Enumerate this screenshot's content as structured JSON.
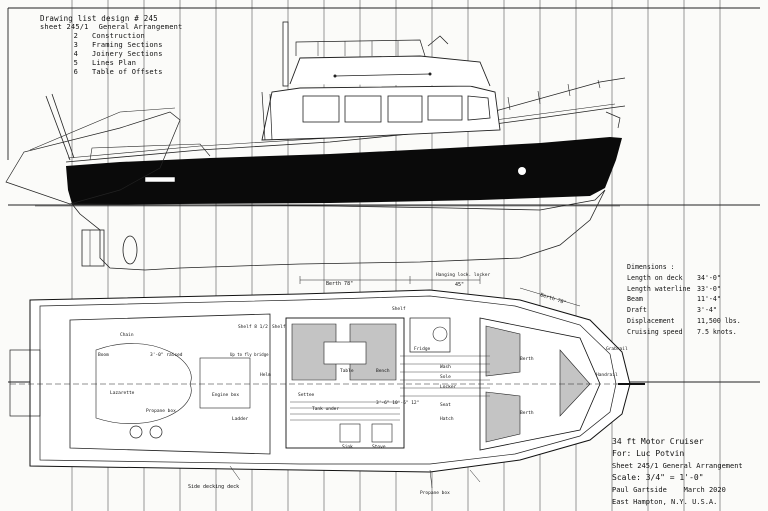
{
  "drawing_list": {
    "title": "Drawing list design # 245",
    "sheets": [
      {
        "num": "sheet 245/1",
        "name": "General Arrangement"
      },
      {
        "num": "2",
        "name": "Construction"
      },
      {
        "num": "3",
        "name": "Framing Sections"
      },
      {
        "num": "4",
        "name": "Joinery Sections"
      },
      {
        "num": "5",
        "name": "Lines Plan"
      },
      {
        "num": "6",
        "name": "Table of Offsets"
      }
    ]
  },
  "dimensions": {
    "title": "Dimensions :",
    "rows": [
      {
        "label": "Length on deck",
        "value": "34'-0\""
      },
      {
        "label": "Length waterline",
        "value": "33'-0\""
      },
      {
        "label": "Beam",
        "value": "11'-4\""
      },
      {
        "label": "Draft",
        "value": "3'-4\""
      },
      {
        "label": "Displacement",
        "value": "11,500 lbs."
      },
      {
        "label": "Cruising speed",
        "value": "7.5 knots."
      }
    ]
  },
  "title_block": {
    "line1": "34 ft Motor Cruiser",
    "line2": "For: Luc Potvin",
    "line3": "Sheet 245/1 General Arrangement",
    "line4": "Scale: 3/4\" = 1'-0\"",
    "line5_name": "Paul Gartside",
    "line5_date": "March 2020",
    "line6": "East Hampton, N.Y. U.S.A."
  },
  "plan_labels": {
    "berth_top": "Berth 78\"",
    "hanging_locker": "Hanging lock. locker",
    "dim_45": "45\"",
    "berth_right": "Berth 78\"",
    "shelf_top": "Shelf",
    "shelf_left": "Shelf 8 1/2",
    "shelf_right": "Shelf",
    "fridge": "Fridge",
    "up_to_fly_bridge": "Up to fly bridge",
    "helm": "Helm",
    "table": "Table",
    "bench": "Bench",
    "stove": "Stove",
    "sink": "Sink",
    "tank_under": "Tank under",
    "dims_line": "3'-6\" 10'-6\" 12\"",
    "berth_fwd": "Berth",
    "berth_aft": "Berth",
    "chain": "Chain",
    "boom": "Boom",
    "lazarette": "Lazarette",
    "propane": "Propane box",
    "engine": "Engine box",
    "raised_deck": "3'-0\" raised",
    "settee": "Settee",
    "propane_box": "Propane box",
    "side_deck": "Side decking deck",
    "grabrail": "Grabrail",
    "handrail": "Handrail",
    "ladder": "Ladder",
    "wash": "Wash",
    "locker": "Locker",
    "sole": "Sole",
    "seat": "Seat",
    "hatch": "Hatch"
  }
}
